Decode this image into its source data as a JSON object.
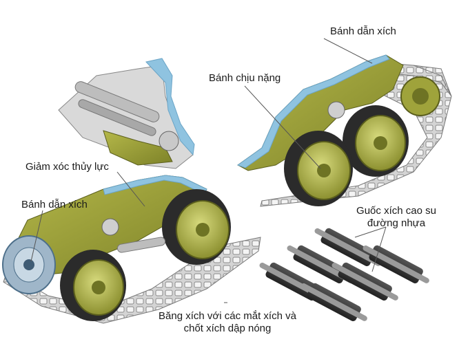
{
  "labels": {
    "drive_wheel_top": "Bánh dẫn xích",
    "road_wheel": "Bánh chịu nặng",
    "shock_absorber": "Giảm xóc thủy lực",
    "drive_wheel_left": "Bánh dẫn xích",
    "rubber_pad_line1": "Guốc xích cao su",
    "rubber_pad_line2": "đường nhựa",
    "track_line1": "Băng xích với các mắt xích và",
    "track_line2": "chốt xích dập nóng"
  },
  "colors": {
    "hull_olive": "#a3a63a",
    "hull_dark": "#6e7324",
    "armor_blue": "#8fc3e0",
    "wheel_rim": "#b9bd5a",
    "tire": "#2b2b2b",
    "track_metal": "#c7c7c7",
    "rubber_pad": "#3a3a3a",
    "leader_line": "#555555"
  }
}
